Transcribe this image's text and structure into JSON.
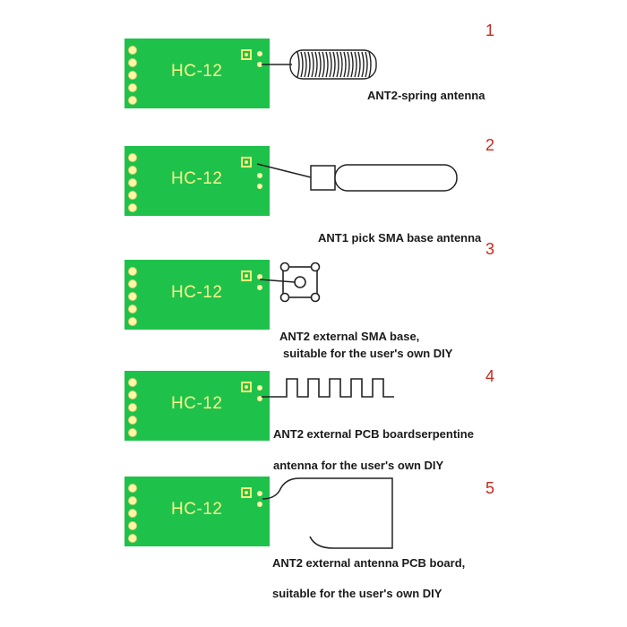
{
  "module_label": "HC-12",
  "panels": [
    {
      "number": "1",
      "caption_lines": [
        "ANT2-spring antenna"
      ]
    },
    {
      "number": "2",
      "caption_lines": [
        "ANT1 pick SMA base antenna"
      ]
    },
    {
      "number": "3",
      "caption_lines": [
        "ANT2 external SMA base,",
        "suitable for the user's own DIY"
      ]
    },
    {
      "number": "4",
      "caption_lines": [
        "ANT2 external PCB boardserpentine",
        "antenna for the user's own DIY"
      ]
    },
    {
      "number": "5",
      "caption_lines": [
        "ANT2 external antenna PCB board,",
        "suitable for the user's own DIY"
      ]
    }
  ],
  "colors": {
    "board": "#1ec24b",
    "board_text": "#fff78a",
    "panel_number": "#c9281e"
  }
}
